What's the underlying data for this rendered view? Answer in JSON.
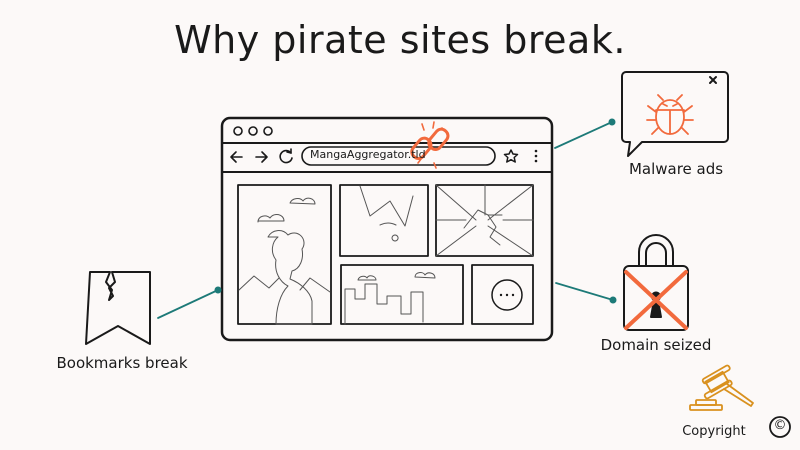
{
  "title": "Why pirate sites break.",
  "browser": {
    "url": "MangaAggregator.tld",
    "icons": [
      "back-arrow-icon",
      "forward-arrow-icon",
      "reload-icon",
      "broken-link-icon",
      "star-icon",
      "more-menu-icon"
    ]
  },
  "callouts": {
    "malware": {
      "label": "Malware ads",
      "icon": "bug-icon"
    },
    "domain": {
      "label": "Domain seized",
      "icon": "crossed-lock-icon"
    },
    "bookmarks": {
      "label": "Bookmarks break",
      "icon": "broken-bookmark-icon"
    },
    "copyright": {
      "label": "Copyright",
      "symbol": "©",
      "icon": "gavel-icon"
    }
  },
  "colors": {
    "accent": "#f26a3d",
    "connector": "#1d7a78",
    "gavel": "#d9911f",
    "ink": "#1a1a1a"
  }
}
